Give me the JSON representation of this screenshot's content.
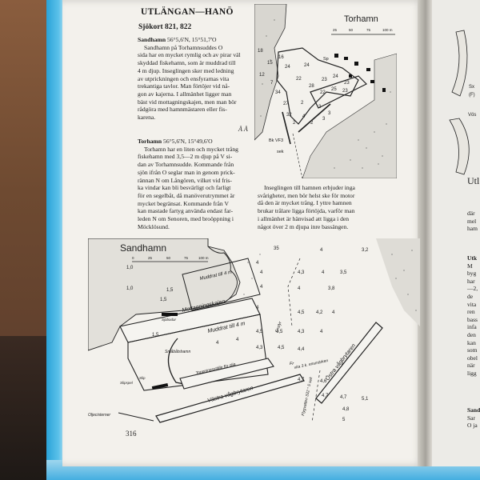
{
  "header": {
    "title": "UTLÄNGAN—HANÖ",
    "charts": "Sjökort 821, 822"
  },
  "sandhamn": {
    "heading": "Sandhamn",
    "coords": "56°5,6'N, 15°51,7'O",
    "lines": [
      "Sandhamn på Torhamnsuddes O",
      "sida har en mycket rymlig och av pirar väl",
      "skyddad fiskehamn, som är muddrad till",
      "4 m djup. Inseglingen sker med ledning",
      "av utprickningen och ensfyrarnas vita",
      "trekantiga tavlor. Man förtöjer vid nå-",
      "gon av kajerna. I allmänhet ligger man",
      "bäst vid mottagningskajen, men man bör",
      "rådgöra med hamnmästaren eller fis-",
      "karena."
    ],
    "signature": "Å Å"
  },
  "torhamn": {
    "heading": "Torhamn",
    "coords": "56°5,6'N, 15°49,6'O",
    "lines": [
      "Torhamn har en liten och mycket trång",
      "fiskehamn med 3,5—2 m djup på V si-",
      "dan av Torhamnsudde. Kommande från",
      "sjön ifrån O seglar man in genom prick-",
      "rännan N om Långören, vilket vid fris-",
      "ka vindar kan bli besvärligt och farligt",
      "för en segelbåt, då manöverutrymmet är",
      "mycket begränsat. Kommande från V",
      "kan mastade fartyg använda endast far-",
      "leden N om Senoren, med broöppning i",
      "Möcklösund."
    ],
    "continuation": [
      "Inseglingen till hamnen erbjuder inga",
      "svårigheter, men bör helst ske för motor",
      "då den är mycket trång. I yttre hamnen",
      "brukar trålare ligga förtöjda, varför man",
      "i allmänhet är hänvisad att ligga i den",
      "något över 2 m djupa inre bassängen."
    ]
  },
  "torhamn_map": {
    "title": "Torhamn",
    "scale": [
      "25",
      "50",
      "75",
      "100 m"
    ],
    "depths": [
      "18",
      "15",
      "16",
      "12",
      "7",
      "24",
      "34",
      "22",
      "24",
      "28",
      "23",
      "24",
      "23",
      "25",
      "23",
      "22",
      "27",
      "32",
      "4",
      "3",
      "2",
      "2",
      "2",
      "3",
      "3"
    ],
    "labels": [
      "Sp",
      "Bk VF3",
      "sek"
    ]
  },
  "sandhamn_map": {
    "title": "Sandhamn",
    "scale": [
      "0",
      "25",
      "50",
      "75",
      "100 m"
    ],
    "labels": {
      "muddrat_top": "Muddrat till 4 m",
      "mottagning": "Mottagningskajen",
      "muddrat_mid": "Muddrat till 4 m",
      "smabatshamn": "Småbåtshamn",
      "toppningsstallet": "Toppningsställe för olja",
      "vastra": "Västra vågbrytaren",
      "ostra": "Östra vågbrytaren",
      "flygvatten": "Flygvatten 332 ° 5 sek",
      "vita": "vita 3 k. ensmärken",
      "fr": "Fr",
      "ensfyr": "Ensfyr",
      "sjobodar": "Sjöbodar",
      "slipspel": "Slipspel",
      "slip": "Slip",
      "oljecisterner": "Oljecisterner"
    },
    "depths": [
      "35",
      "4",
      "4",
      "3,2",
      "1,0",
      "4",
      "4,3",
      "4",
      "3,5",
      "4",
      "4",
      "3,8",
      "1,5",
      "4",
      "4,5",
      "4,2",
      "4",
      "4,5",
      "4,5",
      "4,3",
      "4",
      "4",
      "4",
      "4,3",
      "4,5",
      "4,4",
      "1,5",
      "4,7",
      "4,6",
      "4,7",
      "4,7",
      "4,8",
      "5,1",
      "1,0",
      "5",
      "1,5"
    ]
  },
  "right_page": {
    "fragments": [
      "Sx",
      "(F)",
      "Vös",
      "Utl",
      "där",
      "mel",
      "ham",
      "Utk",
      "M",
      "byg",
      "har",
      "—2,",
      "de",
      "vita",
      "ren",
      "bass",
      "infa",
      "den",
      "kan",
      "som",
      "obel",
      "när",
      "ligg",
      "Sand",
      "Sar",
      "O ja"
    ]
  },
  "page_number": "316"
}
